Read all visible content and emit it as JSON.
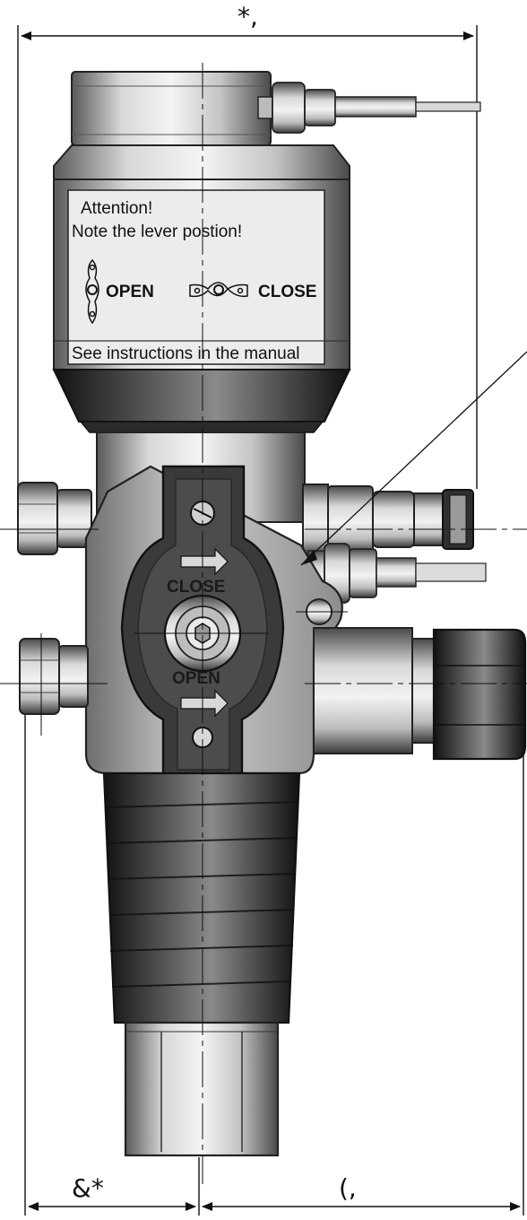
{
  "dimensions": {
    "top": "*,",
    "bottom_left": "&*",
    "bottom_right": "(,"
  },
  "label": {
    "line1": "Attention!",
    "line2": "Note the lever postion!",
    "open": "OPEN",
    "close": "CLOSE",
    "footer": "See instructions in the manual"
  },
  "lever": {
    "close": "CLOSE",
    "open": "OPEN"
  }
}
